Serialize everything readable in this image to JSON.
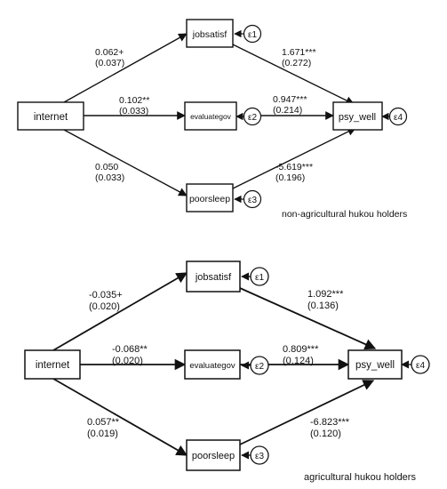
{
  "panels": [
    {
      "caption": "non-agricultural hukou holders",
      "nodes": {
        "internet": "internet",
        "jobsatisf": "jobsatisf",
        "evaluategov": "evaluategov",
        "poorsleep": "poorsleep",
        "psy_well": "psy_well"
      },
      "errors": {
        "e1": "ε1",
        "e2": "ε2",
        "e3": "ε3",
        "e4": "ε4"
      },
      "paths": {
        "internet_jobsatisf": {
          "coef": "0.062+",
          "se": "(0.037)"
        },
        "internet_evaluategov": {
          "coef": "0.102**",
          "se": "(0.033)"
        },
        "internet_poorsleep": {
          "coef": "0.050",
          "se": "(0.033)"
        },
        "jobsatisf_psy_well": {
          "coef": "1.671***",
          "se": "(0.272)"
        },
        "evaluategov_psy_well": {
          "coef": "0.947***",
          "se": "(0.214)"
        },
        "poorsleep_psy_well": {
          "coef": "-5.619***",
          "se": "(0.196)"
        }
      }
    },
    {
      "caption": "agricultural hukou holders",
      "nodes": {
        "internet": "internet",
        "jobsatisf": "jobsatisf",
        "evaluategov": "evaluategov",
        "poorsleep": "poorsleep",
        "psy_well": "psy_well"
      },
      "errors": {
        "e1": "ε1",
        "e2": "ε2",
        "e3": "ε3",
        "e4": "ε4"
      },
      "paths": {
        "internet_jobsatisf": {
          "coef": "-0.035+",
          "se": "(0.020)"
        },
        "internet_evaluategov": {
          "coef": "-0.068**",
          "se": "(0.020)"
        },
        "internet_poorsleep": {
          "coef": "0.057**",
          "se": "(0.019)"
        },
        "jobsatisf_psy_well": {
          "coef": "1.092***",
          "se": "(0.136)"
        },
        "evaluategov_psy_well": {
          "coef": "0.809***",
          "se": "(0.124)"
        },
        "poorsleep_psy_well": {
          "coef": "-6.823***",
          "se": "(0.120)"
        }
      }
    }
  ]
}
